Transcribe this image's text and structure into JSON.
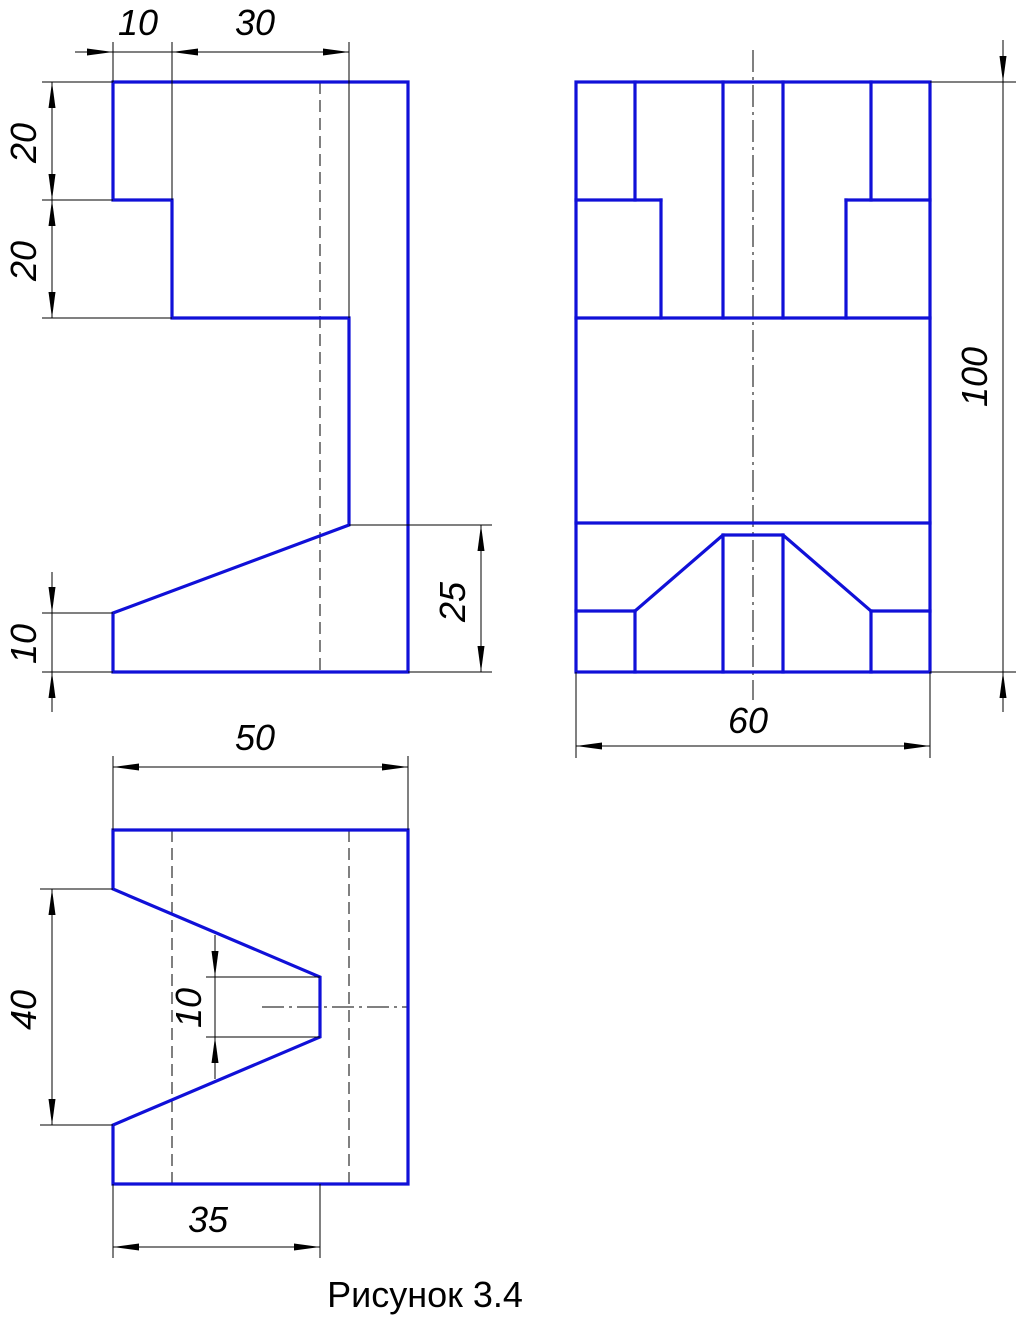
{
  "caption": "Рисунок 3.4",
  "colors": {
    "object_lines": "#1010d8",
    "dimension_lines": "#000000"
  },
  "front_view": {
    "dims": {
      "top_left": "10",
      "top_right": "30",
      "height_upper": "20",
      "height_mid": "20",
      "height_bottom": "10",
      "right_height": "25"
    }
  },
  "side_view": {
    "dims": {
      "width": "60",
      "height": "100"
    }
  },
  "top_view": {
    "dims": {
      "width_total": "50",
      "height": "40",
      "slot": "10",
      "width_bottom": "35"
    }
  }
}
